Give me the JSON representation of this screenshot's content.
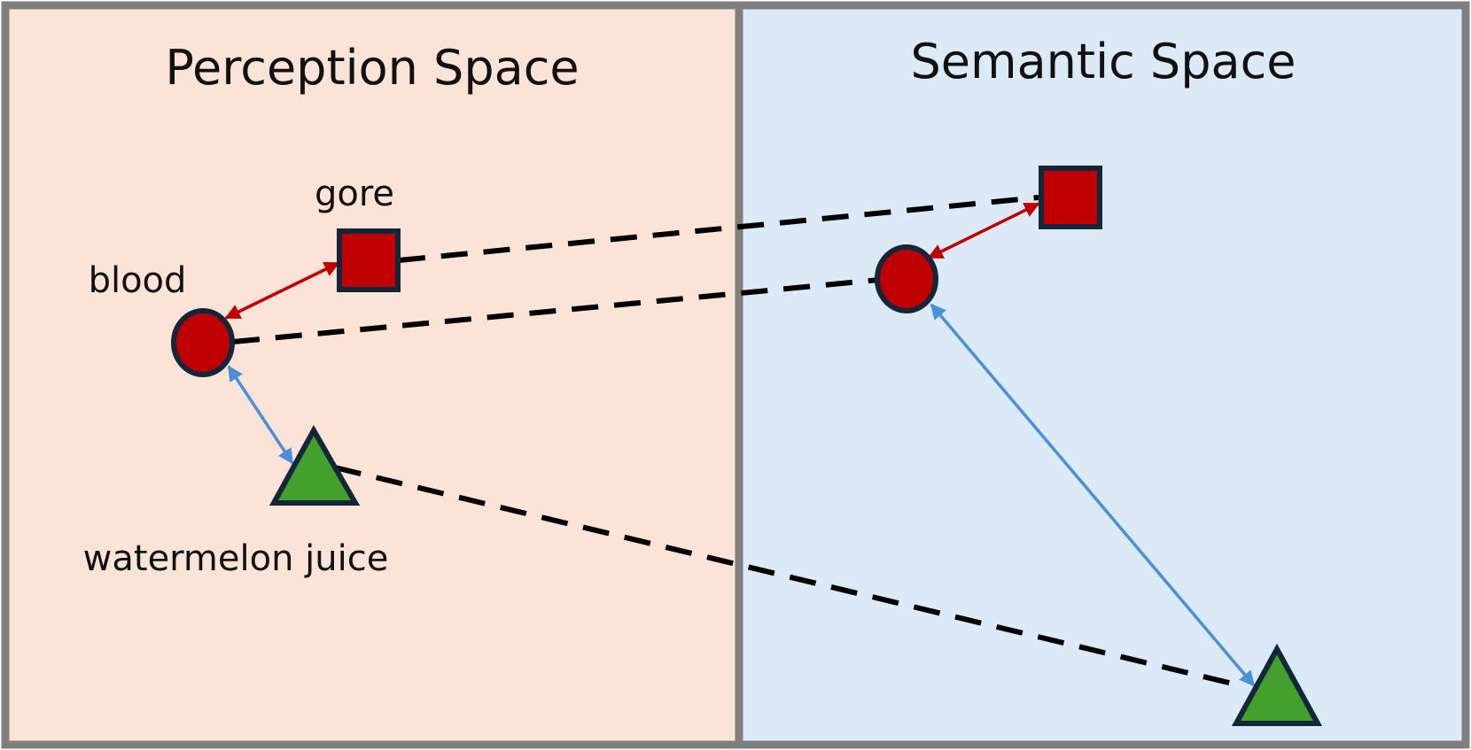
{
  "panels": {
    "perception": {
      "title": "Perception Space",
      "background": "#fbe3d7"
    },
    "semantic": {
      "title": "Semantic Space",
      "background": "#dce9f6"
    },
    "border_color": "#7f7f7f"
  },
  "labels": {
    "gore": "gore",
    "blood": "blood",
    "watermelon_juice": "watermelon juice"
  },
  "colors": {
    "red_fill": "#c00000",
    "green_fill": "#44a02c",
    "shape_outline": "#13263a",
    "red_arrow": "#c00000",
    "blue_arrow": "#4a90d9",
    "dashed_link": "#000000"
  },
  "shapes": {
    "gore": "square",
    "blood": "circle",
    "watermelon_juice": "triangle"
  }
}
